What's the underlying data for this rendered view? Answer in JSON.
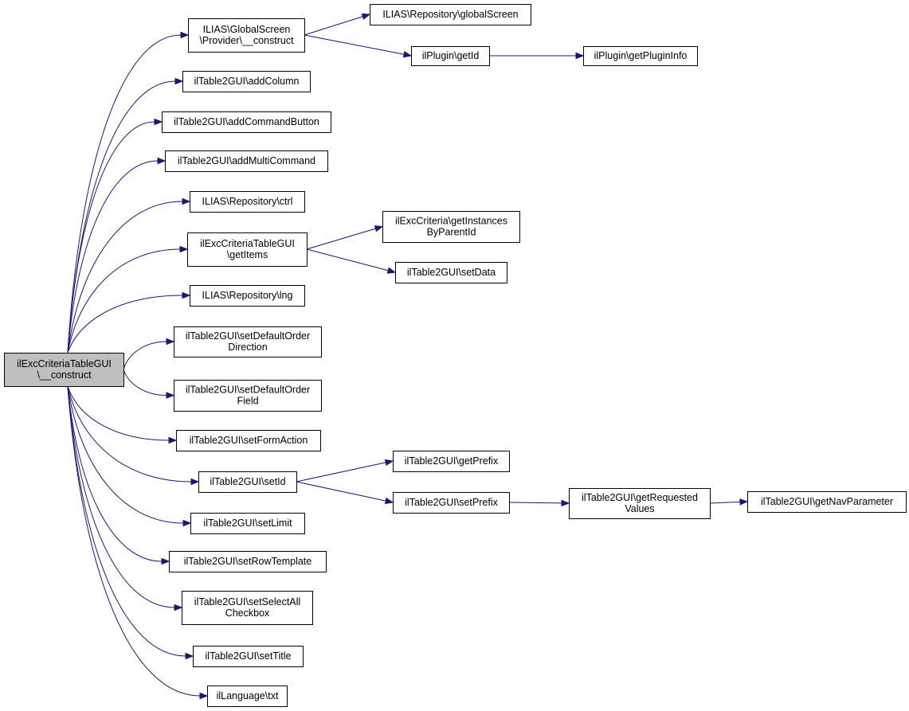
{
  "diagram": {
    "colors": {
      "edge": "#191970",
      "root_fill": "#bfbfbf",
      "node_fill": "#ffffff",
      "border": "#000000"
    },
    "nodes": [
      {
        "id": "root",
        "lines": [
          "ilExcCriteriaTableGUI",
          "\\__construct"
        ],
        "root": true
      },
      {
        "id": "gs_provider",
        "lines": [
          "ILIAS\\GlobalScreen",
          "\\Provider\\__construct"
        ]
      },
      {
        "id": "repo_globalscreen",
        "lines": [
          "ILIAS\\Repository\\globalScreen"
        ]
      },
      {
        "id": "plugin_getid",
        "lines": [
          "ilPlugin\\getId"
        ]
      },
      {
        "id": "plugin_getinfo",
        "lines": [
          "ilPlugin\\getPluginInfo"
        ]
      },
      {
        "id": "addcolumn",
        "lines": [
          "ilTable2GUI\\addColumn"
        ]
      },
      {
        "id": "addcommandbutton",
        "lines": [
          "ilTable2GUI\\addCommandButton"
        ]
      },
      {
        "id": "addmulticommand",
        "lines": [
          "ilTable2GUI\\addMultiCommand"
        ]
      },
      {
        "id": "repo_ctrl",
        "lines": [
          "ILIAS\\Repository\\ctrl"
        ]
      },
      {
        "id": "getitems",
        "lines": [
          "ilExcCriteriaTableGUI",
          "\\getItems"
        ]
      },
      {
        "id": "getinstances",
        "lines": [
          "ilExcCriteria\\getInstances",
          "ByParentId"
        ]
      },
      {
        "id": "setdata",
        "lines": [
          "ilTable2GUI\\setData"
        ]
      },
      {
        "id": "repo_lng",
        "lines": [
          "ILIAS\\Repository\\lng"
        ]
      },
      {
        "id": "setdefaultorderdirection",
        "lines": [
          "ilTable2GUI\\setDefaultOrder",
          "Direction"
        ]
      },
      {
        "id": "setdefaultorderfield",
        "lines": [
          "ilTable2GUI\\setDefaultOrder",
          "Field"
        ]
      },
      {
        "id": "setformaction",
        "lines": [
          "ilTable2GUI\\setFormAction"
        ]
      },
      {
        "id": "setid",
        "lines": [
          "ilTable2GUI\\setId"
        ]
      },
      {
        "id": "getprefix",
        "lines": [
          "ilTable2GUI\\getPrefix"
        ]
      },
      {
        "id": "setprefix",
        "lines": [
          "ilTable2GUI\\setPrefix"
        ]
      },
      {
        "id": "getrequestedvalues",
        "lines": [
          "ilTable2GUI\\getRequested",
          "Values"
        ]
      },
      {
        "id": "getnavparameter",
        "lines": [
          "ilTable2GUI\\getNavParameter"
        ]
      },
      {
        "id": "setlimit",
        "lines": [
          "ilTable2GUI\\setLimit"
        ]
      },
      {
        "id": "setrowtemplate",
        "lines": [
          "ilTable2GUI\\setRowTemplate"
        ]
      },
      {
        "id": "setselectall",
        "lines": [
          "ilTable2GUI\\setSelectAll",
          "Checkbox"
        ]
      },
      {
        "id": "settitle",
        "lines": [
          "ilTable2GUI\\setTitle"
        ]
      },
      {
        "id": "language_txt",
        "lines": [
          "ilLanguage\\txt"
        ]
      }
    ],
    "edges": [
      [
        "root",
        "gs_provider"
      ],
      [
        "root",
        "addcolumn"
      ],
      [
        "root",
        "addcommandbutton"
      ],
      [
        "root",
        "addmulticommand"
      ],
      [
        "root",
        "repo_ctrl"
      ],
      [
        "root",
        "getitems"
      ],
      [
        "root",
        "repo_lng"
      ],
      [
        "root",
        "setdefaultorderdirection"
      ],
      [
        "root",
        "setdefaultorderfield"
      ],
      [
        "root",
        "setformaction"
      ],
      [
        "root",
        "setid"
      ],
      [
        "root",
        "setlimit"
      ],
      [
        "root",
        "setrowtemplate"
      ],
      [
        "root",
        "setselectall"
      ],
      [
        "root",
        "settitle"
      ],
      [
        "root",
        "language_txt"
      ],
      [
        "gs_provider",
        "repo_globalscreen"
      ],
      [
        "gs_provider",
        "plugin_getid"
      ],
      [
        "plugin_getid",
        "plugin_getinfo"
      ],
      [
        "getitems",
        "getinstances"
      ],
      [
        "getitems",
        "setdata"
      ],
      [
        "setid",
        "getprefix"
      ],
      [
        "setid",
        "setprefix"
      ],
      [
        "setprefix",
        "getrequestedvalues"
      ],
      [
        "getrequestedvalues",
        "getnavparameter"
      ]
    ]
  }
}
